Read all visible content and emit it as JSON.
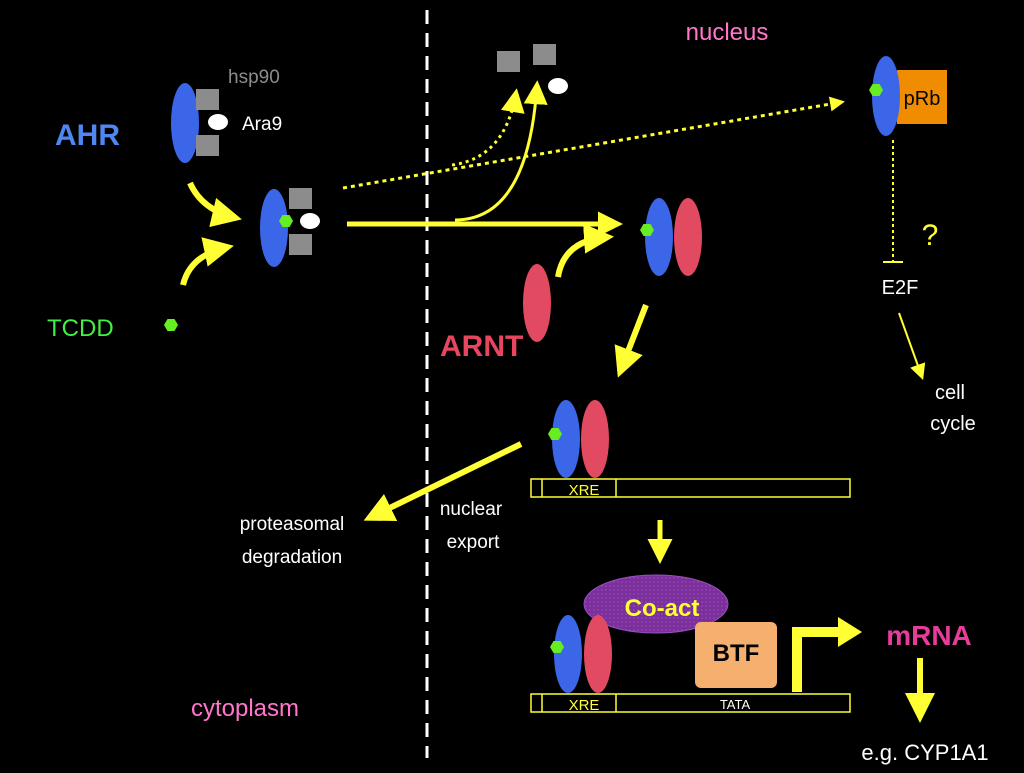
{
  "labels": {
    "nucleus": "nucleus",
    "cytoplasm": "cytoplasm",
    "ahr": "AHR",
    "hsp90": "hsp90",
    "ara9": "Ara9",
    "tcdd": "TCDD",
    "arnt": "ARNT",
    "prb": "pRb",
    "question": "?",
    "e2f": "E2F",
    "cell_cycle_line1": "cell",
    "cell_cycle_line2": "cycle",
    "xre_top": "XRE",
    "xre_bottom": "XRE",
    "tata": "TATA",
    "coact": "Co-act",
    "btf": "BTF",
    "mrna": "mRNA",
    "cyp": "e.g. CYP1A1",
    "proteasomal_line1": "proteasomal",
    "proteasomal_line2": "degradation",
    "nuclear_export_line1": "nuclear",
    "nuclear_export_line2": "export"
  },
  "colors": {
    "background": "#000000",
    "ahr_blue": "#3b66e8",
    "arnt_red": "#e24a62",
    "ligand_green": "#66ee22",
    "hsp90_gray": "#8c8c8c",
    "arrow_yellow": "#ffff33",
    "nucleus_pink": "#ff77cc",
    "cytoplasm_pink": "#ff77cc",
    "ahr_label": "#4f86f0",
    "tcdd_label": "#44ee44",
    "arnt_label": "#e8465e",
    "prb_orange": "#f08c00",
    "coact_purple": "#7a2f9a",
    "coact_text": "#ffff33",
    "btf_fill": "#f5b070",
    "mrna_label": "#e83c9a",
    "white": "#ffffff"
  }
}
